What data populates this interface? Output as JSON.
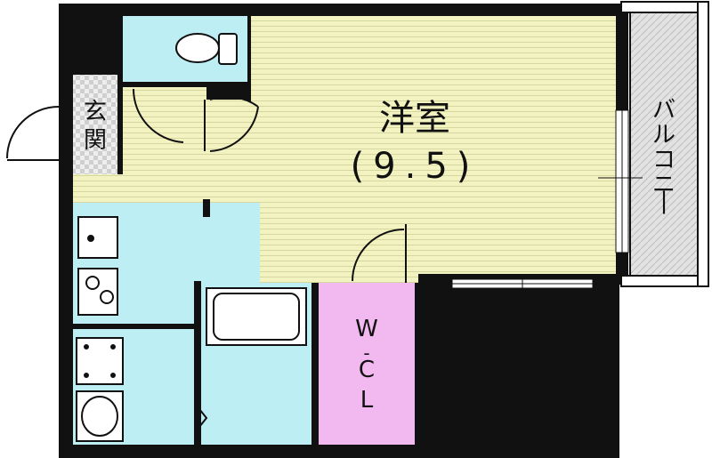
{
  "floorplan": {
    "room_main": {
      "label": "洋室",
      "size": "(9.5)"
    },
    "entrance": {
      "label": "玄関"
    },
    "balcony": {
      "label": "バルコニー"
    },
    "closet": {
      "label": "W-C-L"
    }
  },
  "colors": {
    "wall": "#111111",
    "room_floor": "#f3f3c2",
    "wet_area": "#bdeef4",
    "closet": "#f2b8f0",
    "balcony": "#dcdcdc",
    "entrance": "#d8d8d8"
  }
}
